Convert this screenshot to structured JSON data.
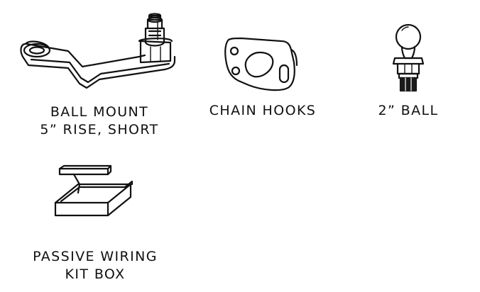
{
  "parts": [
    {
      "label_lines": [
        "BALL MOUNT",
        "5” RISE, SHORT"
      ],
      "icon": "ball-mount-icon"
    },
    {
      "label_lines": [
        "CHAIN HOOKS"
      ],
      "icon": "chain-hooks-icon"
    },
    {
      "label_lines": [
        "2” BALL"
      ],
      "icon": "hitch-ball-icon"
    },
    {
      "label_lines": [
        "PASSIVE WIRING",
        "KIT BOX"
      ],
      "icon": "kit-box-icon"
    }
  ],
  "colors": {
    "line": "#111111",
    "background": "#ffffff",
    "nut": "#1a1a1a"
  }
}
